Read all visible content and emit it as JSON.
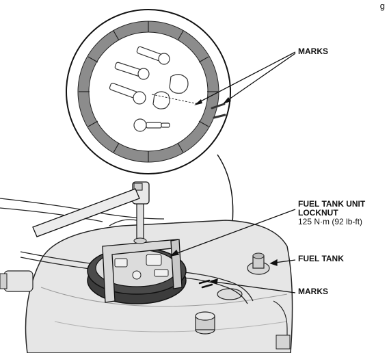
{
  "corner_text": "g",
  "callouts": {
    "marks_top": "MARKS",
    "locknut_line1": "FUEL TANK UNIT",
    "locknut_line2": "LOCKNUT",
    "torque_spec": "125 N·m (92 lb-ft)",
    "fuel_tank": "FUEL TANK",
    "marks_bottom": "MARKS"
  },
  "colors": {
    "line": "#111111",
    "ring": "#8c8c8c",
    "tank": "#e6e6e6",
    "tank_shade": "#c9c9c9",
    "dark_ring": "#3c3c3c"
  }
}
